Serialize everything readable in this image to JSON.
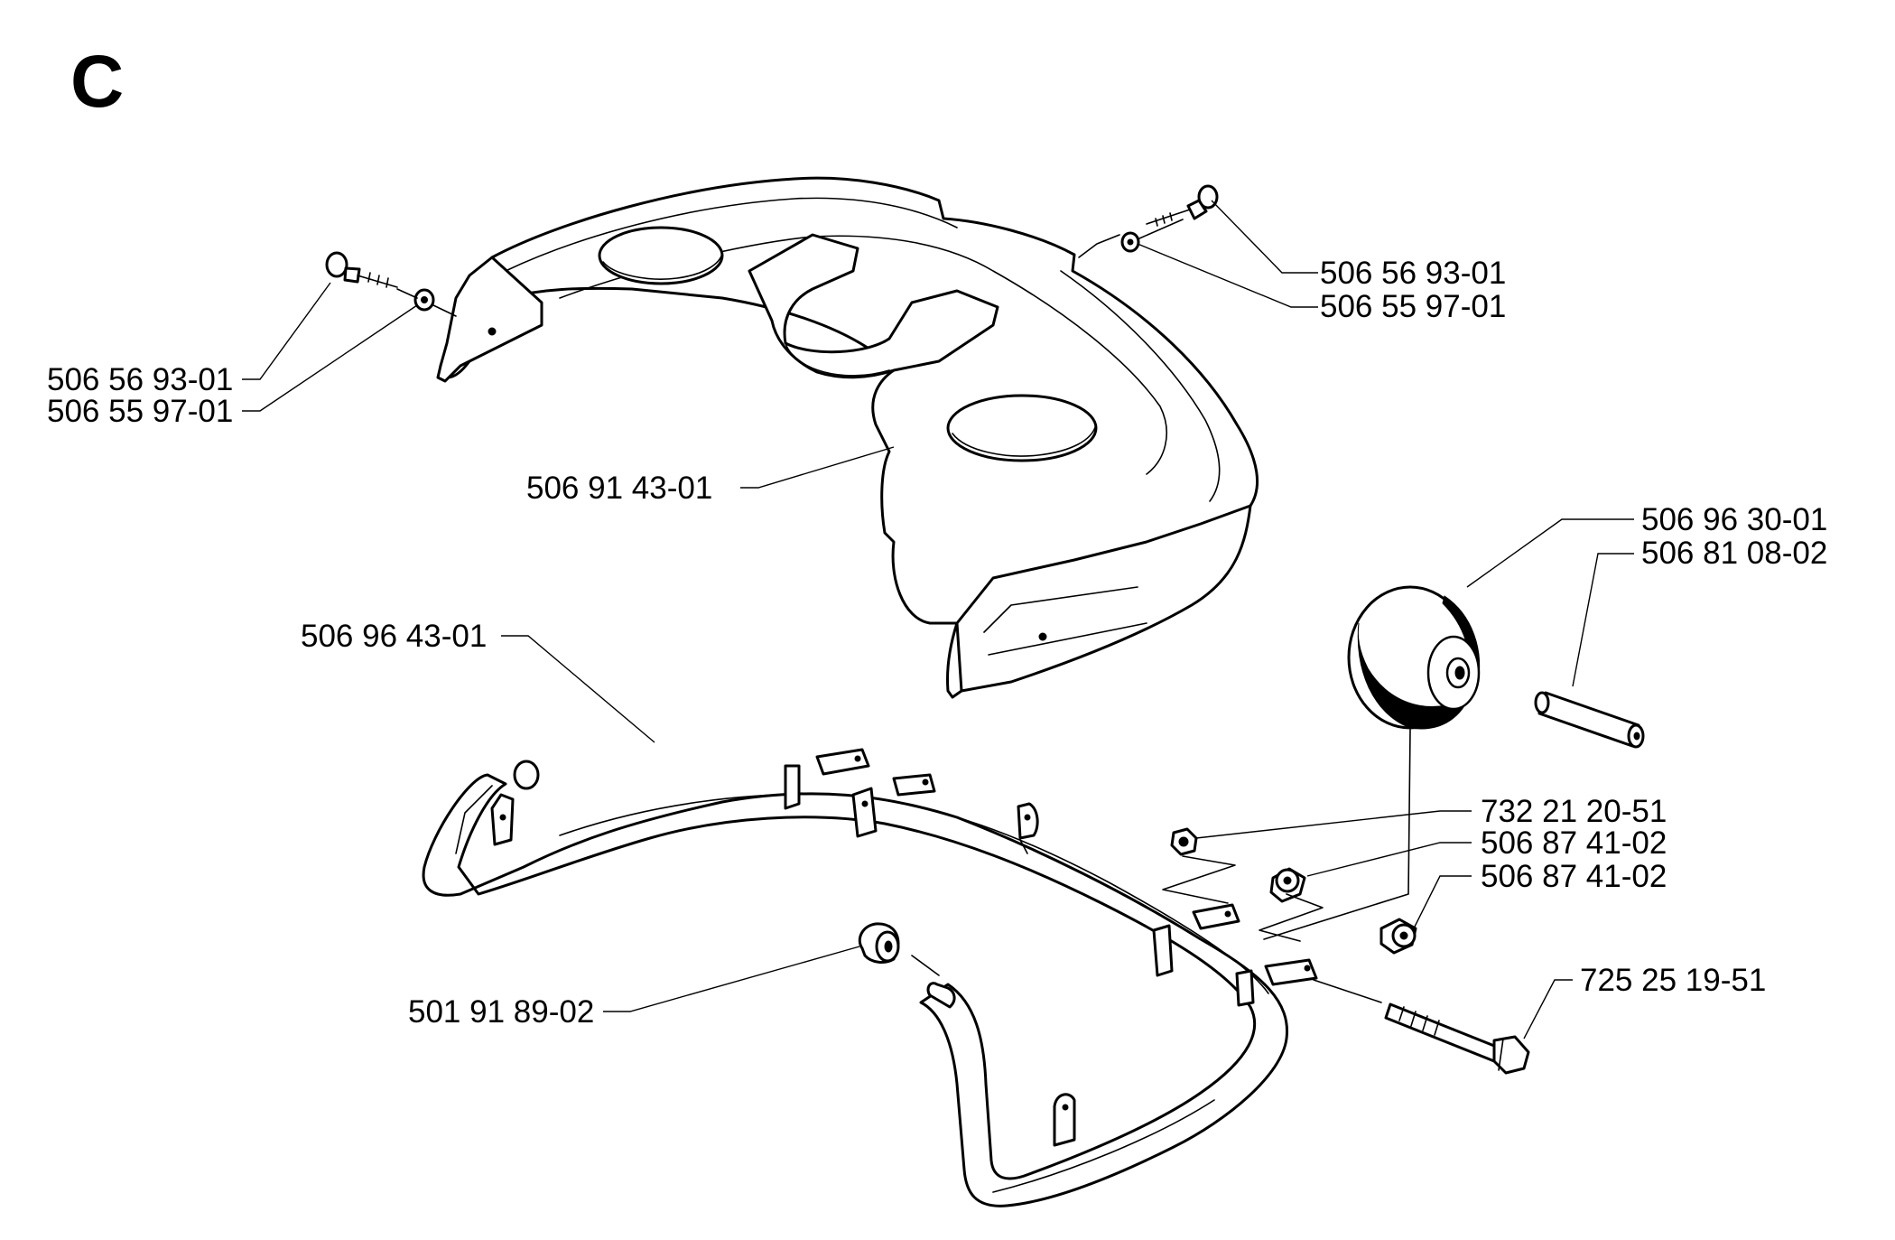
{
  "section_letter": "C",
  "labels": {
    "screw_right": "506 56 93-01",
    "washer_right": "506 55 97-01",
    "screw_left": "506 56 93-01",
    "washer_left": "506 55 97-01",
    "deck_cover": "506 91 43-01",
    "wheel": "506 96 30-01",
    "axle": "506 81 08-02",
    "bumper_frame": "506 96 43-01",
    "nut": "732 21 20-51",
    "spacer_upper": "506 87 41-02",
    "spacer_lower": "506 87 41-02",
    "bolt": "725 25 19-51",
    "bushing": "501 91 89-02"
  }
}
